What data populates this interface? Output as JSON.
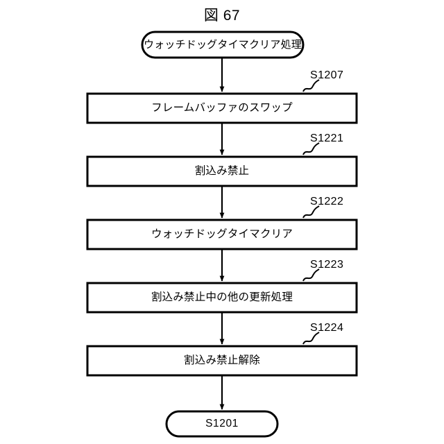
{
  "figure": {
    "title": "図 67",
    "type": "flowchart",
    "ink_color": "#000000",
    "background_color": "#ffffff"
  },
  "flow": {
    "start_node": {
      "shape": "stadium",
      "label": "ウォッチドッグタイマクリア処理"
    },
    "steps": [
      {
        "tag": "S1207",
        "label": "フレームバッファのスワップ"
      },
      {
        "tag": "S1221",
        "label": "割込み禁止"
      },
      {
        "tag": "S1222",
        "label": "ウォッチドッグタイマクリア"
      },
      {
        "tag": "S1223",
        "label": "割込み禁止中の他の更新処理"
      },
      {
        "tag": "S1224",
        "label": "割込み禁止解除"
      }
    ],
    "end_node": {
      "shape": "stadium",
      "label": "S1201"
    }
  }
}
